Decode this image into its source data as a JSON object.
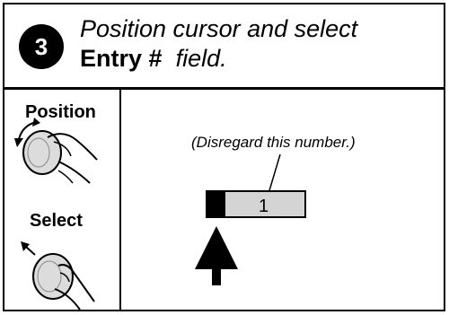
{
  "step": {
    "number": "3",
    "line1": "Position cursor and select",
    "field_name": "Entry #",
    "field_suffix": "field."
  },
  "controls": {
    "position_label": "Position",
    "select_label": "Select"
  },
  "illustration": {
    "note": "(Disregard this number.)",
    "entry_value": "1"
  }
}
